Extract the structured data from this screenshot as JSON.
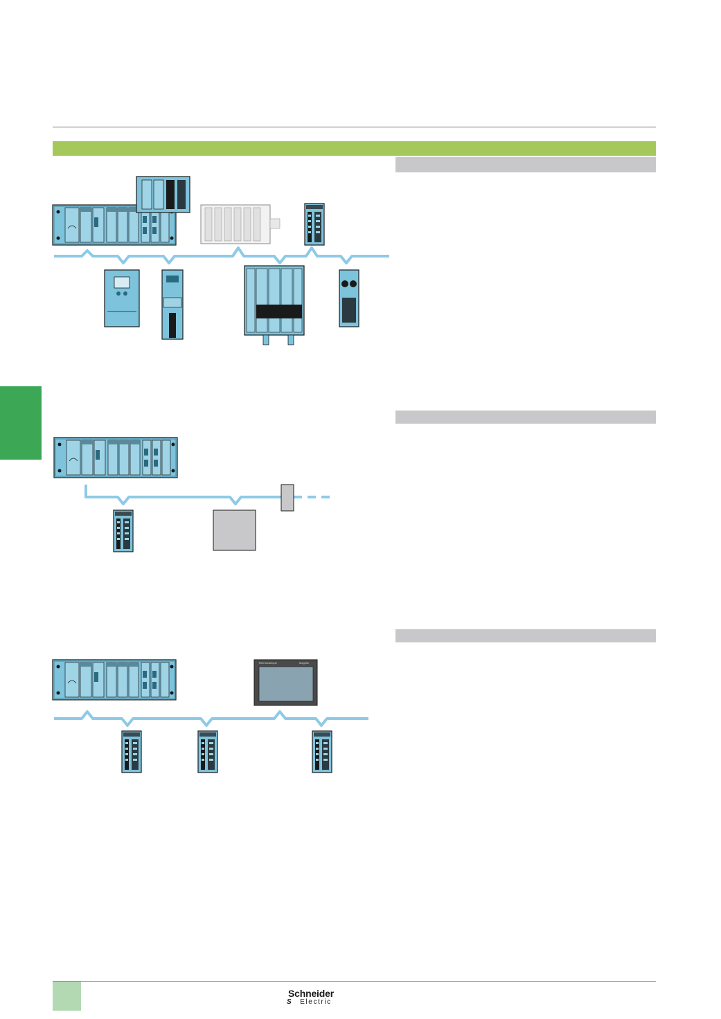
{
  "brand": {
    "line1": "Schneider",
    "line2": "Electric",
    "mark": "S"
  },
  "diagrams": [
    {
      "id": "network-1",
      "description_devices": [
        "plc-rack",
        "distributed-io",
        "remote-io-island",
        "io-module",
        "variable-speed-drive",
        "motor-starter",
        "motor-starter-island",
        "compact-io"
      ]
    },
    {
      "id": "network-2",
      "description_devices": [
        "plc-rack",
        "io-module",
        "generic-device",
        "repeater"
      ]
    },
    {
      "id": "network-3",
      "description_devices": [
        "plc-rack",
        "io-module",
        "io-module",
        "hmi-terminal",
        "io-module"
      ]
    }
  ],
  "hmi": {
    "left_label": "Telemecanique",
    "right_label": "Magelis"
  },
  "colors": {
    "accent_green": "#a4c95a",
    "tab_green": "#3ca856",
    "footer_green": "#b3d9b3",
    "section_grey": "#c8c8ca",
    "bus_blue": "#8ecae6",
    "device_blue": "#7ec3dc"
  }
}
